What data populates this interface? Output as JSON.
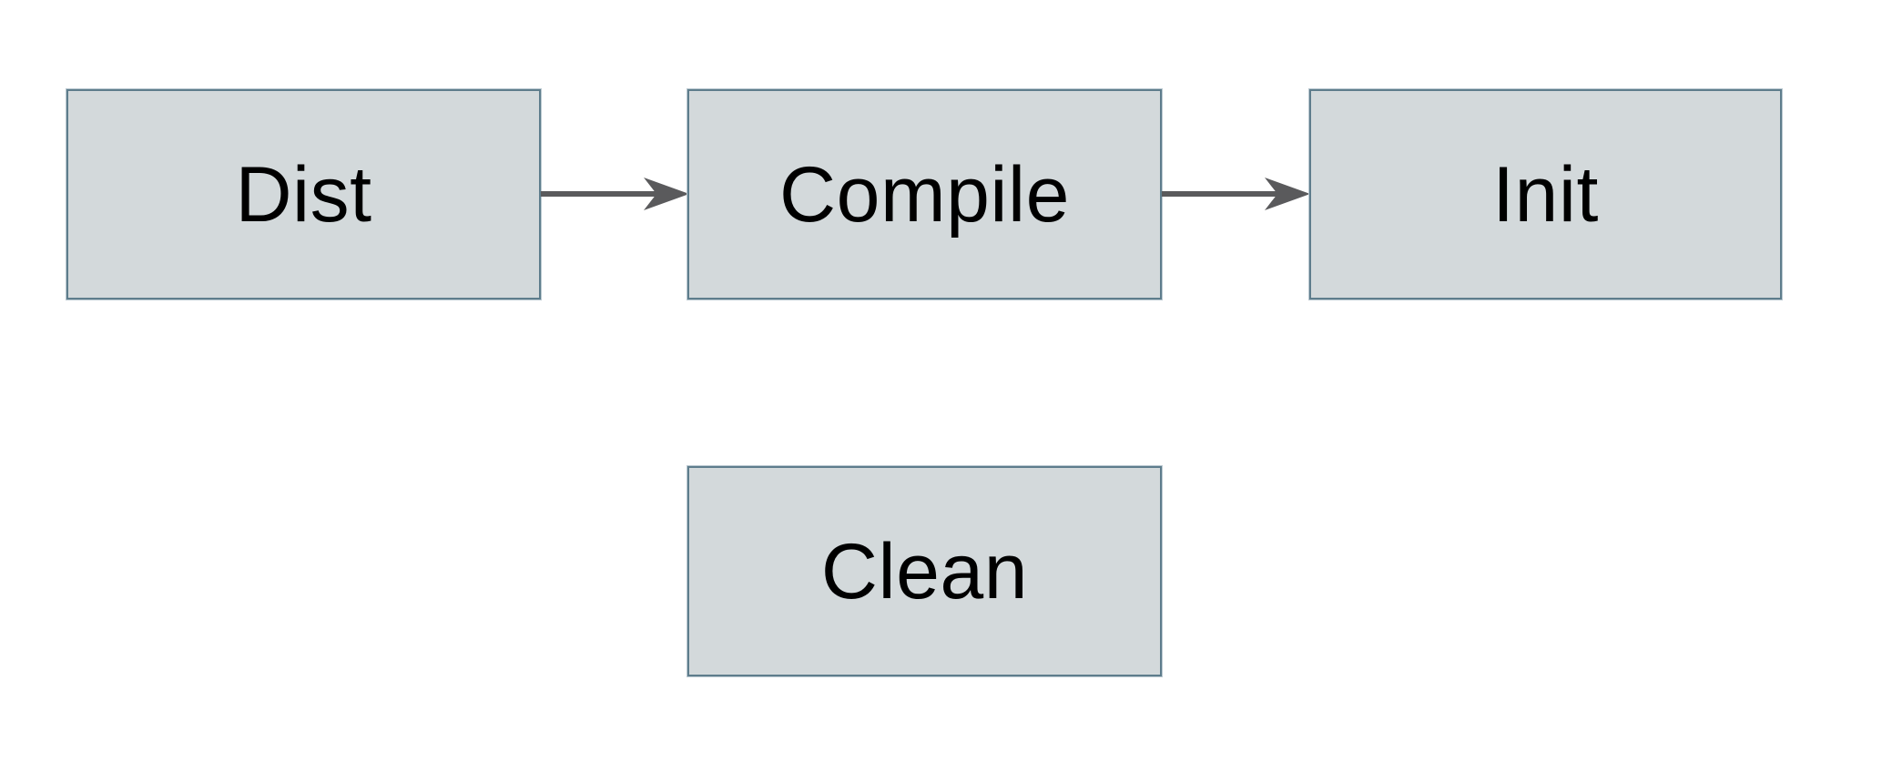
{
  "diagram": {
    "type": "flowchart",
    "background_color": "#ffffff",
    "node_fill_color": "#d3d9db",
    "node_border_color": "#5e7d8c",
    "arrow_color": "#5a5a5c",
    "label_color": "#000000",
    "nodes": [
      {
        "id": "dist",
        "label": "Dist"
      },
      {
        "id": "compile",
        "label": "Compile"
      },
      {
        "id": "init",
        "label": "Init"
      },
      {
        "id": "clean",
        "label": "Clean"
      }
    ],
    "edges": [
      {
        "from": "dist",
        "to": "compile",
        "direction": "right"
      },
      {
        "from": "compile",
        "to": "init",
        "direction": "right"
      }
    ]
  }
}
